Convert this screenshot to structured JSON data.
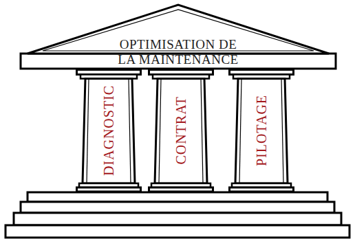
{
  "diagram": {
    "nodes": [
      {
        "text": [
          "OPTIMISATION DE LA MAINTENANCE"
        ]
      },
      {
        "text": [
          "DIAGNOSTIC"
        ]
      },
      {
        "text": [
          "CONTRAT"
        ]
      },
      {
        "text": [
          "PILOTAGE"
        ]
      }
    ]
  }
}
